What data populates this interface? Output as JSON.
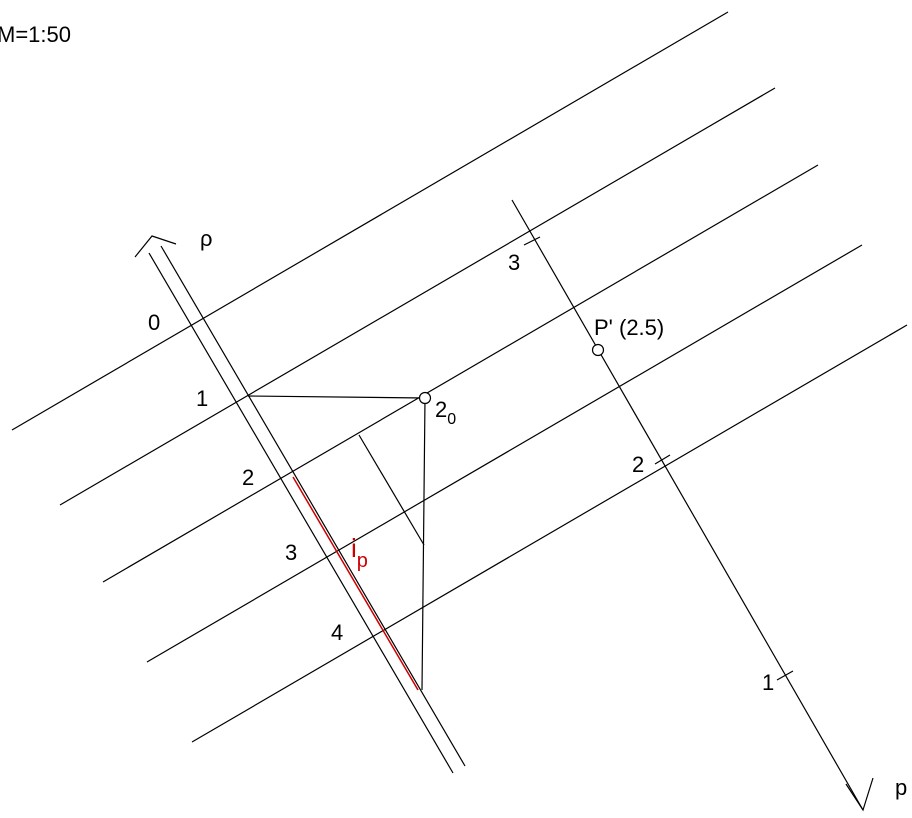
{
  "scale_label": "M=1:50",
  "rho_label": "ρ",
  "p_label": "p",
  "rho_scale": [
    "0",
    "1",
    "2",
    "3",
    "4"
  ],
  "p_scale": [
    "3",
    "2",
    "1"
  ],
  "point_label": "P' (2.5)",
  "two_zero": {
    "main": "2",
    "sub": "0"
  },
  "interval": {
    "main": "i",
    "sub": "p"
  },
  "colors": {
    "line": "#000000",
    "interval": "#cc0000"
  }
}
